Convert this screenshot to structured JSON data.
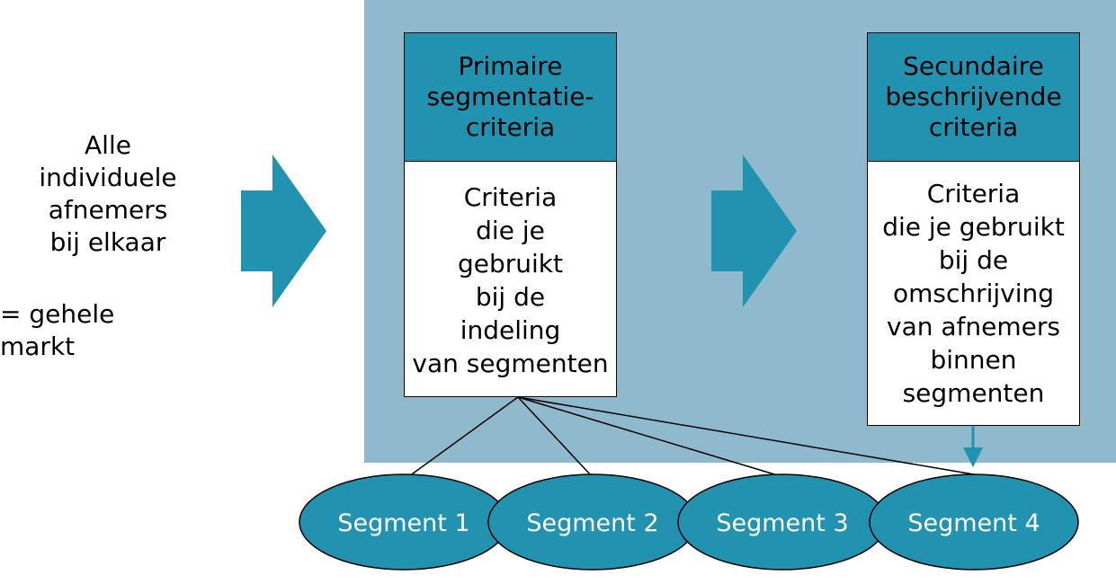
{
  "left_text": {
    "main": "Alle\nindividuele\nafnemers\nbij elkaar",
    "equation": "= gehele markt"
  },
  "primary_box": {
    "title": "Primaire\nsegmentatie-\ncriteria",
    "body": "Criteria\ndie je\ngebruikt\nbij de\nindeling\nvan segmenten"
  },
  "secondary_box": {
    "title": "Secundaire\nbeschrijvende\ncriteria",
    "body": "Criteria\ndie je gebruikt\nbij de\nomschrijving\nvan afnemers\nbinnen\nsegmenten"
  },
  "segments": [
    "Segment 1",
    "Segment 2",
    "Segment 3",
    "Segment 4"
  ],
  "colors": {
    "panel": "#8fb9cc",
    "accent": "#2193b0",
    "ellipse": "#2193b0"
  }
}
